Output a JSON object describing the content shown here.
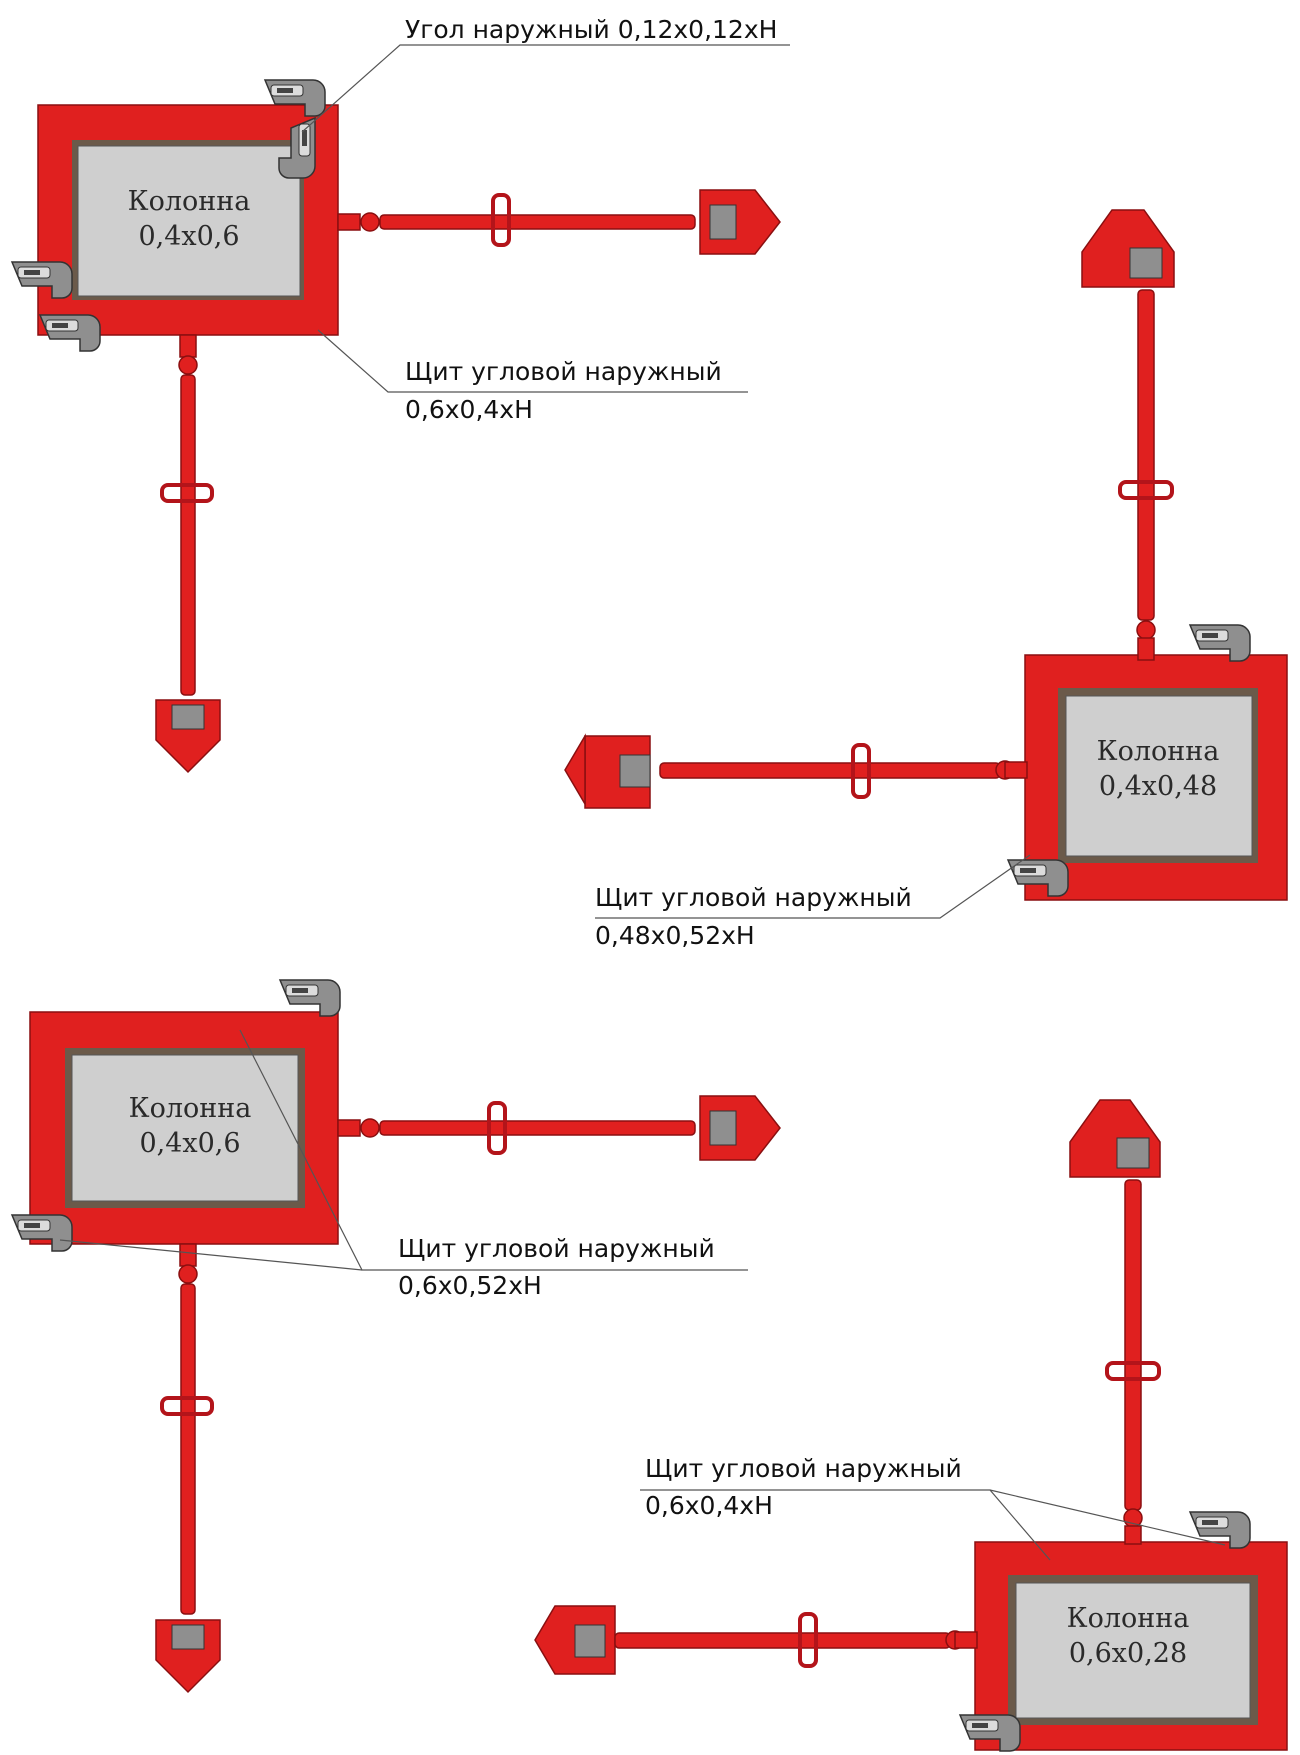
{
  "panels": [
    {
      "column": {
        "line1": "Колонна",
        "line2": "0,4x0,6"
      },
      "callouts": [
        {
          "line1": "Угол наружный 0,12x0,12xH",
          "line2": ""
        },
        {
          "line1": "Щит угловой наружный",
          "line2": "0,6x0,4xH"
        }
      ]
    },
    {
      "column": {
        "line1": "Колонна",
        "line2": "0,4x0,48"
      },
      "callouts": [
        {
          "line1": "Щит угловой наружный",
          "line2": "0,48x0,52xH"
        }
      ]
    },
    {
      "column": {
        "line1": "Колонна",
        "line2": "0,4x0,6"
      },
      "callouts": [
        {
          "line1": "Щит угловой наружный",
          "line2": "0,6x0,52xH"
        }
      ]
    },
    {
      "column": {
        "line1": "Колонна",
        "line2": "0,6x0,28"
      },
      "callouts": [
        {
          "line1": "Щит угловой наружный",
          "line2": "0,6x0,4xH"
        }
      ]
    }
  ],
  "colors": {
    "formwork_red": "#e0201f",
    "column_gray": "#cfcfcf",
    "plywood_brown": "#6b5a4a",
    "clamp_gray": "#9a9a9a"
  }
}
